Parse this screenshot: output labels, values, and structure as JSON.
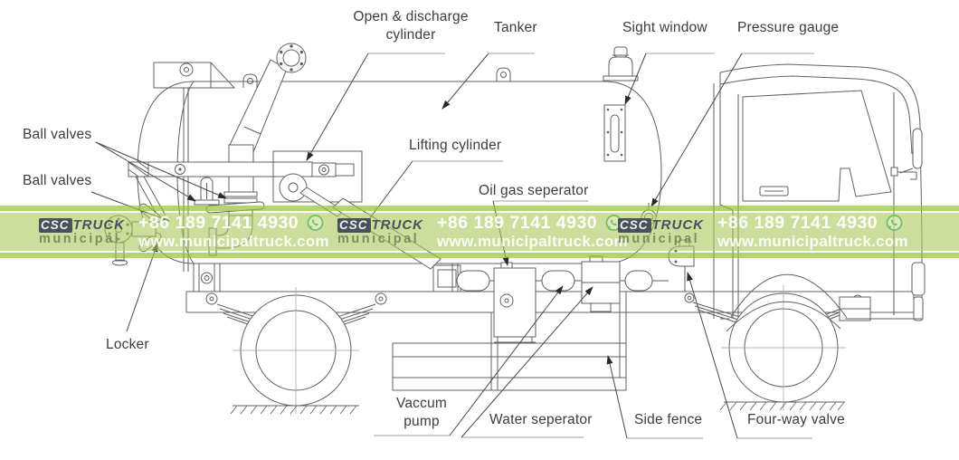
{
  "watermark": {
    "logo": {
      "csc": "CSC",
      "truck": "TRUCK",
      "sub": "municipal"
    },
    "phone": "+86 189 7141 4930",
    "website": "www.municipaltruck.com",
    "repeat_count": 3,
    "colors": {
      "band_fill": "#cde1a1",
      "band_stripe": "#b7d877",
      "logo_dark": "#4b515c",
      "municipal_green": "#8e9c78",
      "text_white": "#ffffff",
      "whatsapp_green": "#6fbf63"
    }
  },
  "diagram": {
    "line_color": "#5d6166",
    "arrow_color": "#2a2a2a",
    "labels": {
      "open_discharge": {
        "line1": "Open & discharge",
        "line2": "cylinder"
      },
      "tanker": "Tanker",
      "sight_window": "Sight window",
      "pressure_gauge": "Pressure gauge",
      "ball_valves_upper": "Ball valves",
      "ball_valves_lower": "Ball valves",
      "lifting_cylinder": "Lifting cylinder",
      "oil_gas_separator": "Oil gas seperator",
      "locker": "Locker",
      "vacuum_pump": {
        "line1": "Vaccum",
        "line2": "pump"
      },
      "water_separator": "Water seperator",
      "side_fence": "Side fence",
      "four_way_valve": "Four-way valve"
    }
  }
}
